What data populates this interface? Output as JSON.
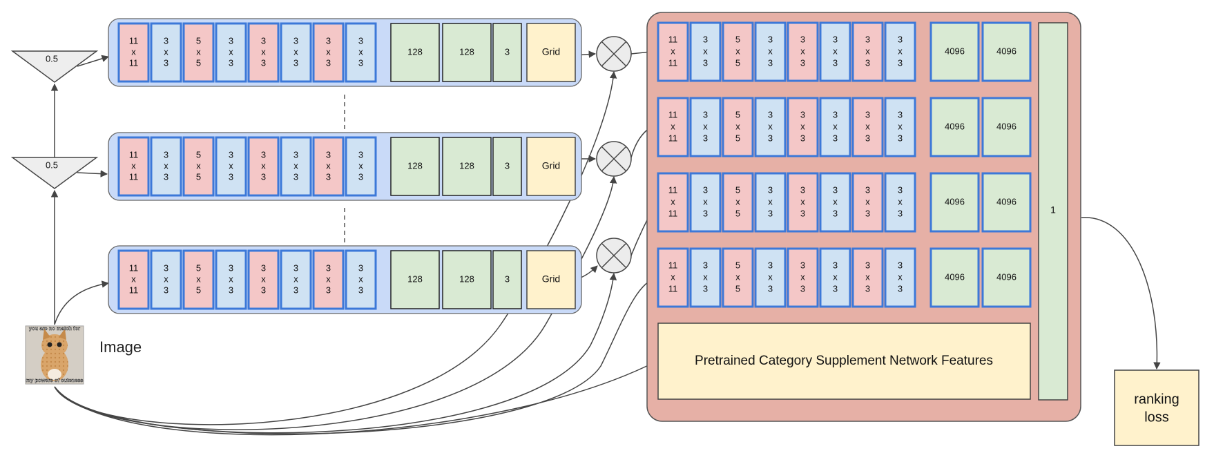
{
  "scales": [
    "0.5",
    "0.5"
  ],
  "image_label": "Image",
  "meme_top_text": "you are no match for",
  "meme_bottom_text": "my powers of cuteness",
  "pyramid_columns": [
    [
      "11",
      "x",
      "11"
    ],
    [
      "3",
      "x",
      "3"
    ],
    [
      "5",
      "x",
      "5"
    ],
    [
      "3",
      "x",
      "3"
    ],
    [
      "3",
      "x",
      "3"
    ],
    [
      "3",
      "x",
      "3"
    ],
    [
      "3",
      "x",
      "3"
    ],
    [
      "3",
      "x",
      "3"
    ]
  ],
  "pyramid_fc": [
    "128",
    "128",
    "3"
  ],
  "grid_label": "Grid",
  "main_columns": [
    [
      "11",
      "x",
      "11"
    ],
    [
      "3",
      "x",
      "3"
    ],
    [
      "5",
      "x",
      "5"
    ],
    [
      "3",
      "x",
      "3"
    ],
    [
      "3",
      "x",
      "3"
    ],
    [
      "3",
      "x",
      "3"
    ],
    [
      "3",
      "x",
      "3"
    ],
    [
      "3",
      "x",
      "3"
    ]
  ],
  "main_fc": [
    "4096",
    "4096"
  ],
  "final_fc": "1",
  "pretrained_label": "Pretrained Category Supplement Network Features",
  "loss_label": [
    "ranking",
    "loss"
  ],
  "colors": {
    "conv_pink": "#f4c7c7",
    "conv_blue": "#cfe2f3",
    "conv_border": "#3c78d8",
    "fc_green": "#d9ead3",
    "grid_yellow": "#fff2cc",
    "panel_blue": "#c9daf8",
    "panel_red": "#e6b0a6"
  }
}
